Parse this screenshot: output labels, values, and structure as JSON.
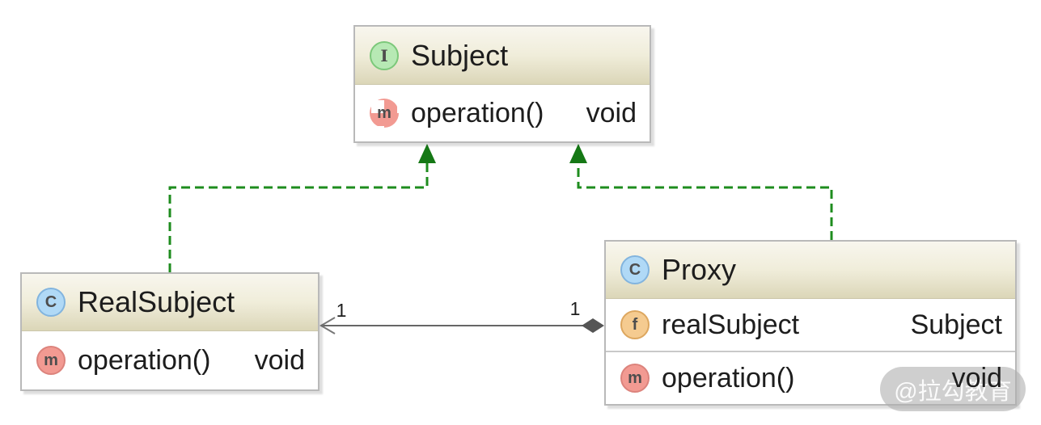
{
  "classes": {
    "subject": {
      "kind": "interface",
      "icon_letter": "I",
      "name": "Subject",
      "members": [
        {
          "kind": "abstract-method",
          "icon_letter": "m",
          "name": "operation()",
          "type": "void"
        }
      ]
    },
    "realSubject": {
      "kind": "class",
      "icon_letter": "C",
      "name": "RealSubject",
      "members": [
        {
          "kind": "method",
          "icon_letter": "m",
          "name": "operation()",
          "type": "void"
        }
      ]
    },
    "proxy": {
      "kind": "class",
      "icon_letter": "C",
      "name": "Proxy",
      "fields": [
        {
          "kind": "field",
          "icon_letter": "f",
          "name": "realSubject",
          "type": "Subject"
        }
      ],
      "methods": [
        {
          "kind": "method",
          "icon_letter": "m",
          "name": "operation()",
          "type": "void"
        }
      ]
    }
  },
  "edges": {
    "realization_realSubject_to_subject": {
      "type": "realization",
      "line": "dashed-green",
      "head": "filled-triangle-up"
    },
    "realization_proxy_to_subject": {
      "type": "realization",
      "line": "dashed-green",
      "head": "filled-triangle-up"
    },
    "association_proxy_to_realSubject": {
      "type": "association",
      "line": "solid-gray",
      "source_decoration": "filled-diamond",
      "target_decoration": "open-arrow",
      "source_multiplicity": "1",
      "target_multiplicity": "1"
    }
  },
  "watermark": {
    "text": "@拉勾教育"
  },
  "colors": {
    "header_gradient_top": "#f8f6ee",
    "header_gradient_bottom": "#dbd6b8",
    "box_border": "#b9b9b9",
    "interface_icon_fill": "#b7e9b4",
    "class_icon_fill": "#b0d9f6",
    "method_icon_fill": "#f29a92",
    "field_icon_fill": "#f5cb90",
    "realization_green": "#1e8c1e",
    "association_gray": "#666666",
    "diamond_fill": "#555555",
    "text": "#1d1d1d"
  }
}
